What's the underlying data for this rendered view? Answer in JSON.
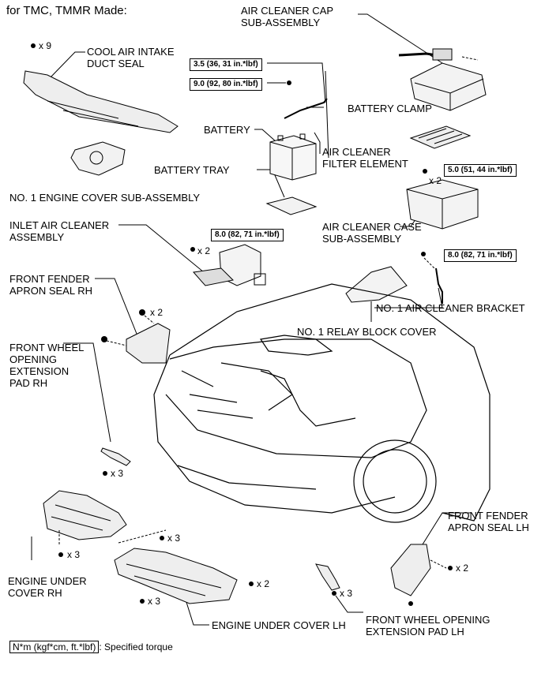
{
  "heading": "for TMC, TMMR Made:",
  "labels": {
    "air_cleaner_cap": [
      "AIR CLEANER CAP",
      "SUB-ASSEMBLY"
    ],
    "cool_air_seal": [
      "COOL AIR INTAKE",
      "DUCT SEAL"
    ],
    "battery_clamp": "BATTERY CLAMP",
    "battery": "BATTERY",
    "air_cleaner_filter": [
      "AIR CLEANER",
      "FILTER ELEMENT"
    ],
    "battery_tray": "BATTERY TRAY",
    "engine_cover": "NO. 1 ENGINE COVER SUB-ASSEMBLY",
    "air_cleaner_case": [
      "AIR CLEANER CASE",
      "SUB-ASSEMBLY"
    ],
    "inlet_air_cleaner": [
      "INLET AIR CLEANER",
      "ASSEMBLY"
    ],
    "fender_seal_rh": [
      "FRONT FENDER",
      "APRON SEAL RH"
    ],
    "air_cleaner_bracket": "NO. 1 AIR CLEANER BRACKET",
    "relay_cover": "NO. 1 RELAY BLOCK COVER",
    "wheel_pad_rh": [
      "FRONT WHEEL",
      "OPENING",
      "EXTENSION",
      "PAD RH"
    ],
    "fender_seal_lh": [
      "FRONT FENDER",
      "APRON SEAL LH"
    ],
    "under_cover_rh": [
      "ENGINE UNDER",
      "COVER RH"
    ],
    "under_cover_lh": "ENGINE UNDER COVER LH",
    "wheel_pad_lh": [
      "FRONT WHEEL OPENING",
      "EXTENSION PAD LH"
    ]
  },
  "torques": {
    "battery_clamp_nut": "3.5 (36, 31 in.*lbf)",
    "battery_clamp_bolt": "9.0 (92, 80 in.*lbf)",
    "filter_case": "5.0 (51, 44 in.*lbf)",
    "inlet": "8.0 (82, 71 in.*lbf)",
    "bracket": "8.0 (82, 71 in.*lbf)"
  },
  "quantities": {
    "seal_clips": "x 9",
    "case_bolts": "x 2",
    "inlet_bolts": "x 2",
    "fender_rh_clips": "x 2",
    "pad_rh": "x 3",
    "under_rh_a": "x 3",
    "under_rh_b": "x 3",
    "under_lh_a": "x 3",
    "under_lh_b": "x 2",
    "pad_lh": "x 3",
    "fender_lh": "x 2"
  },
  "legend": {
    "symbol": "N*m (kgf*cm, ft.*lbf)",
    "text": ": Specified torque"
  }
}
